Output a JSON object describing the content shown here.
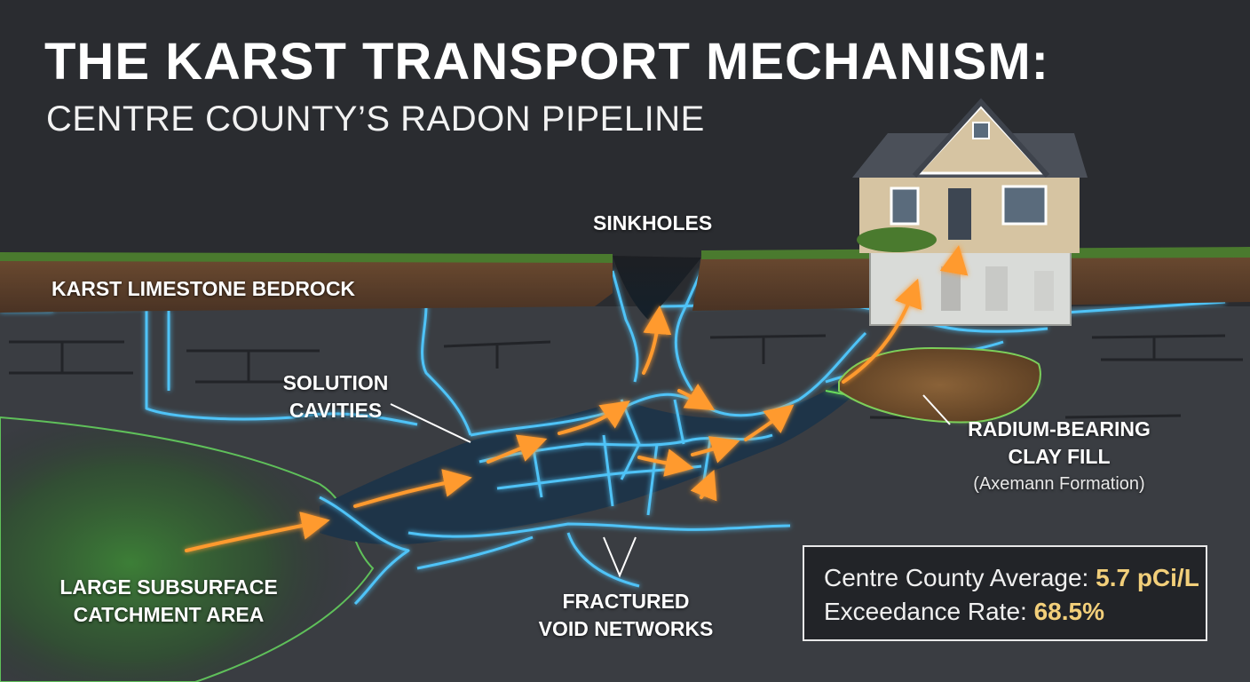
{
  "title": "THE KARST TRANSPORT MECHANISM:",
  "subtitle": "CENTRE COUNTY’S RADON PIPELINE",
  "labels": {
    "sinkholes": "SINKHOLES",
    "bedrock": "KARST LIMESTONE BEDROCK",
    "solution_cavities": [
      "SOLUTION",
      "CAVITIES"
    ],
    "clay_fill": [
      "RADIUM-BEARING",
      "CLAY FILL"
    ],
    "clay_formation": "(Axemann Formation)",
    "catchment": [
      "LARGE SUBSURFACE",
      "CATCHMENT AREA"
    ],
    "void_networks": [
      "FRACTURED",
      "VOID NETWORKS"
    ]
  },
  "stats": {
    "average_label": "Centre County Average:",
    "average_value": "5.7 pCi/L",
    "exceedance_label": "Exceedance Rate:",
    "exceedance_value": "68.5%"
  },
  "colors": {
    "background": "#2a2c30",
    "fracture_glow": "#4fc3f7",
    "flow_arrow": "#ff9a2e",
    "catchment_green": "#3f9a3a",
    "highlight_value": "#f2cf7a"
  }
}
